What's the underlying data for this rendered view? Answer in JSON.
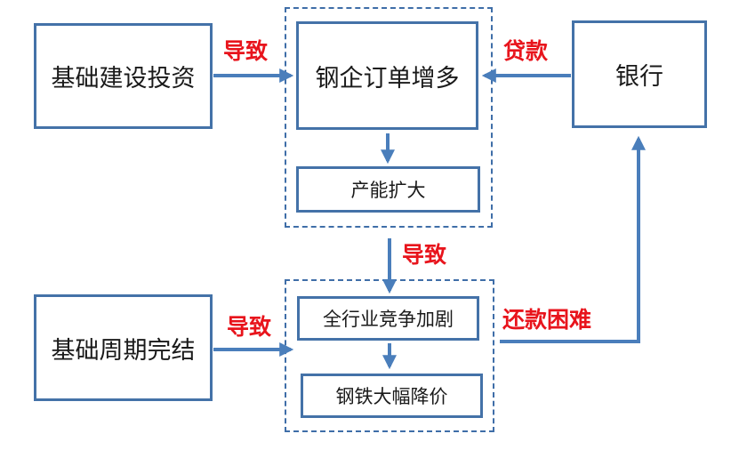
{
  "nodes": {
    "infra_invest": "基础建设投资",
    "steel_orders": "钢企订单增多",
    "capacity": "产能扩大",
    "bank": "银行",
    "infra_end": "基础周期完结",
    "competition": "全行业竞争加剧",
    "price_drop": "钢铁大幅降价"
  },
  "edge_labels": {
    "lead1": "导致",
    "loan": "贷款",
    "lead2": "导致",
    "lead3": "导致",
    "repay": "还款困难"
  },
  "colors": {
    "box_border": "#4472a8",
    "arrow": "#4a7ebb",
    "label": "#e8141c"
  }
}
